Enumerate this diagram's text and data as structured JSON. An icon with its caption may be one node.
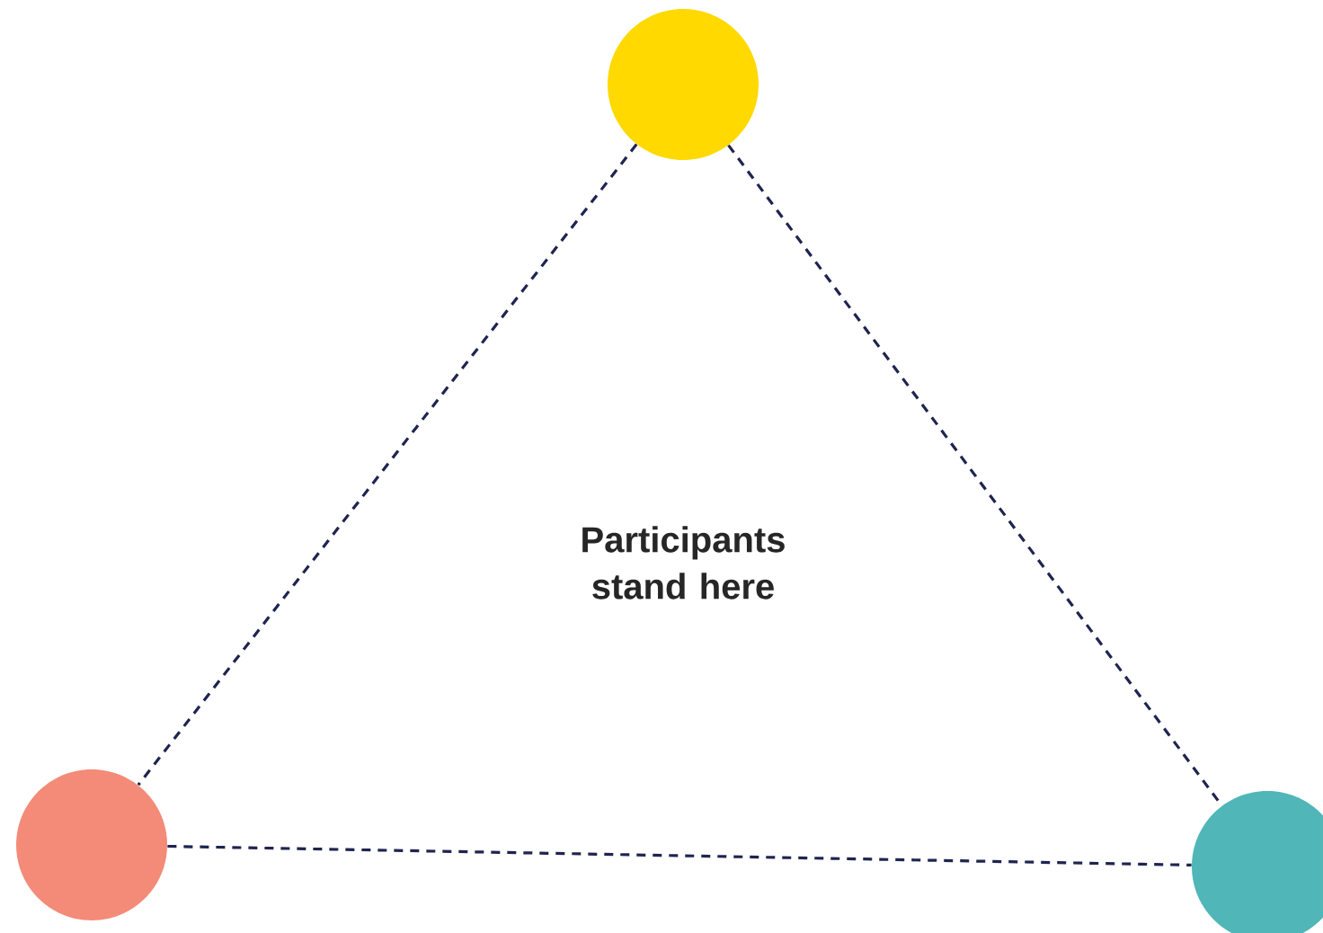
{
  "diagram": {
    "nodes": [
      {
        "text": [],
        "shape": "circle"
      },
      {
        "text": [],
        "shape": "circle"
      },
      {
        "text": [],
        "shape": "circle"
      }
    ],
    "edges": [
      {
        "from": 0,
        "to": 1,
        "arrow": "none",
        "style": "dashed"
      },
      {
        "from": 0,
        "to": 2,
        "arrow": "none",
        "style": "dashed"
      },
      {
        "from": 1,
        "to": 2,
        "arrow": "none",
        "style": "dashed"
      }
    ],
    "labels": [
      "Participants stand here"
    ]
  }
}
